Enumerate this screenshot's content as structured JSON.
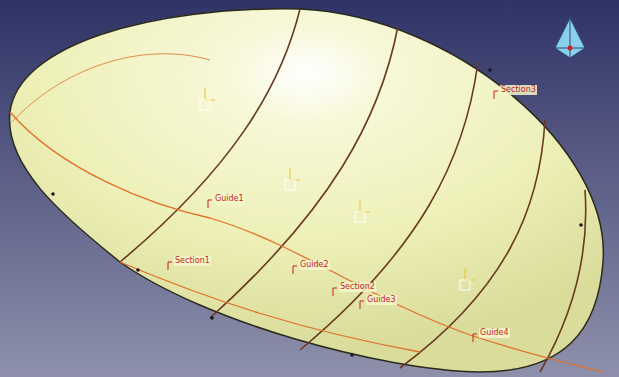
{
  "diagram": {
    "labels": [
      "Section3",
      "Guide1",
      "Section1",
      "Guide2",
      "Section2",
      "Guide3",
      "Guide4"
    ]
  }
}
